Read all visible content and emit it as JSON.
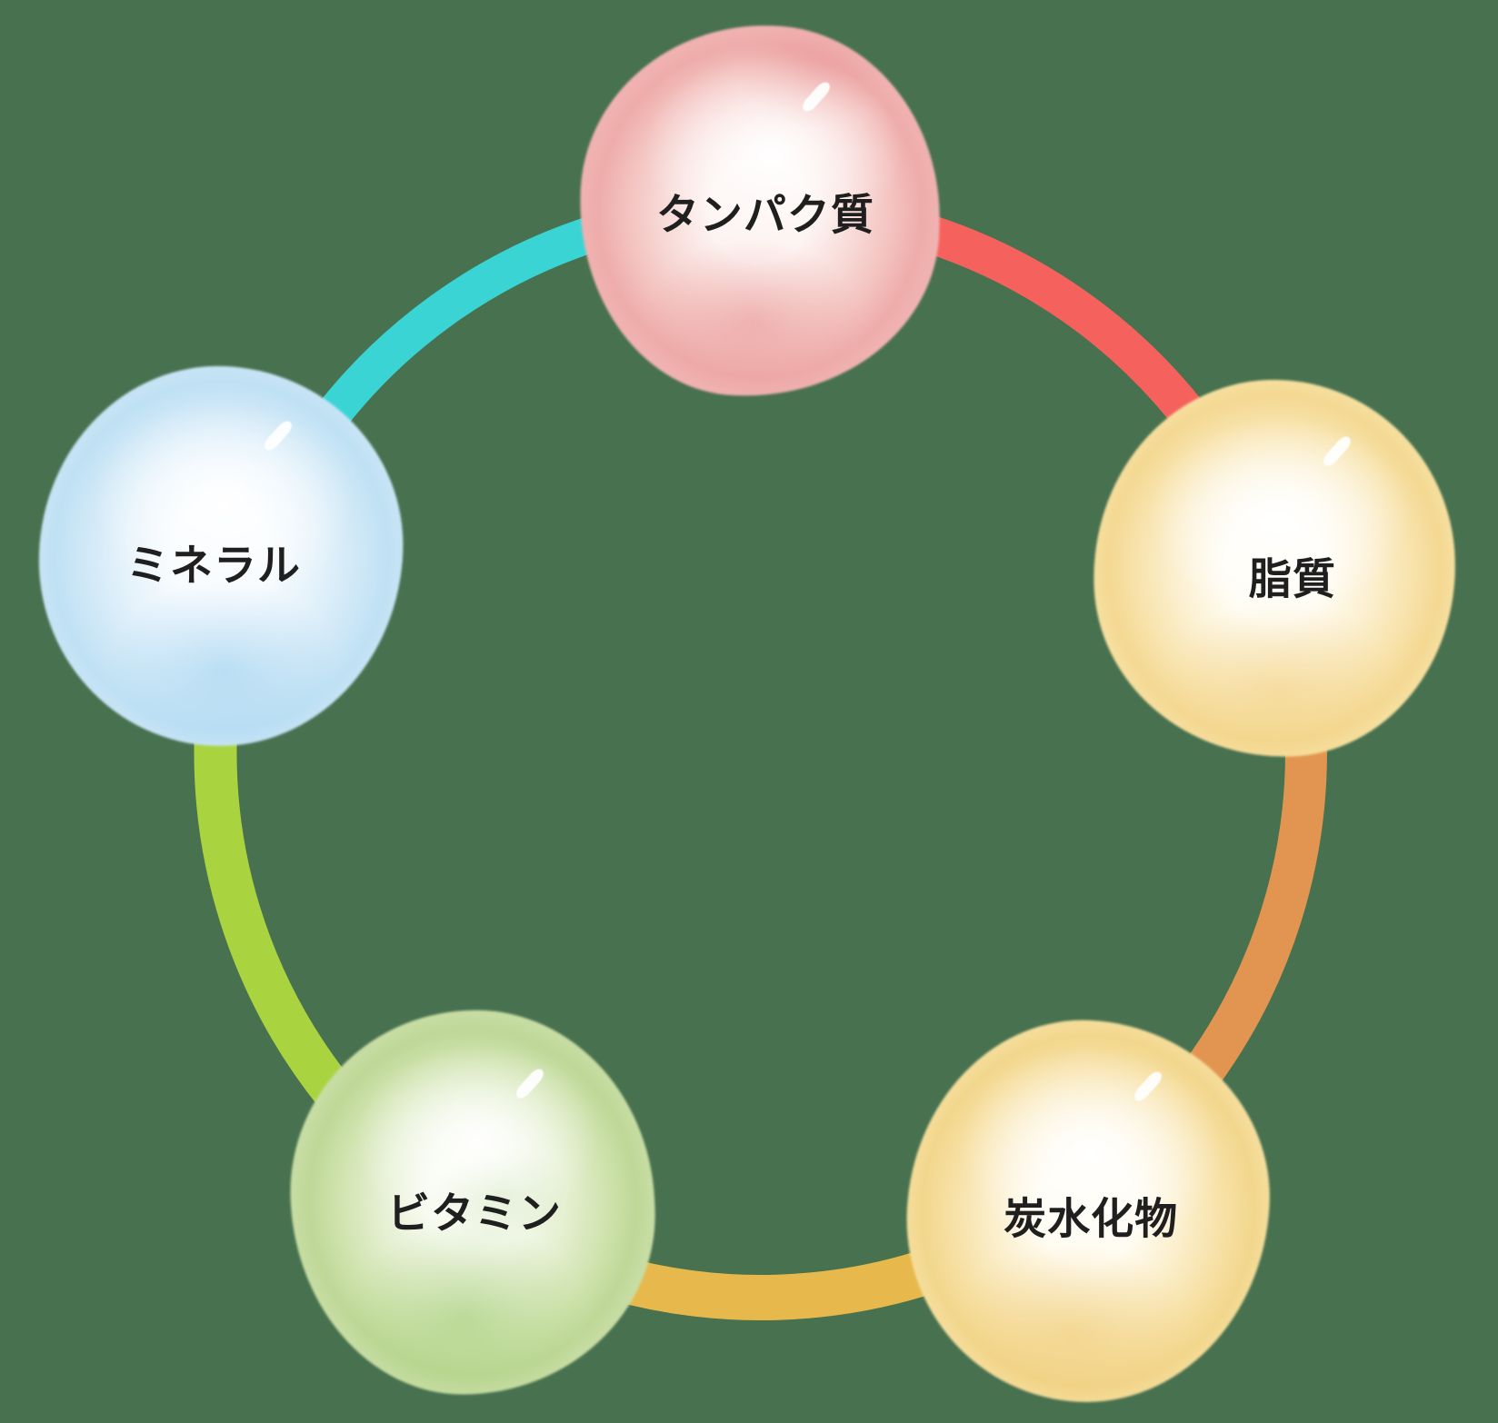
{
  "background_color": "#47714F",
  "label_color": "#1f1f1f",
  "diagram_type": "cycle",
  "nodes": [
    {
      "label": "タンパク質",
      "position": "top",
      "fill": "#f0b3b1"
    },
    {
      "label": "脂質",
      "position": "right",
      "fill": "#f6df9f"
    },
    {
      "label": "炭水化物",
      "position": "bottom-right",
      "fill": "#f5dd9b"
    },
    {
      "label": "ビタミン",
      "position": "bottom-left",
      "fill": "#c8dda4"
    },
    {
      "label": "ミネラル",
      "position": "left",
      "fill": "#c8e4f5"
    }
  ],
  "connectors": [
    {
      "from": "ミネラル",
      "to": "タンパク質",
      "color": "#3bd4d5"
    },
    {
      "from": "タンパク質",
      "to": "脂質",
      "color": "#f5625e"
    },
    {
      "from": "脂質",
      "to": "炭水化物",
      "color": "#e29550"
    },
    {
      "from": "炭水化物",
      "to": "ビタミン",
      "color": "#e7b94c"
    },
    {
      "from": "ビタミン",
      "to": "ミネラル",
      "color": "#aad340"
    }
  ]
}
